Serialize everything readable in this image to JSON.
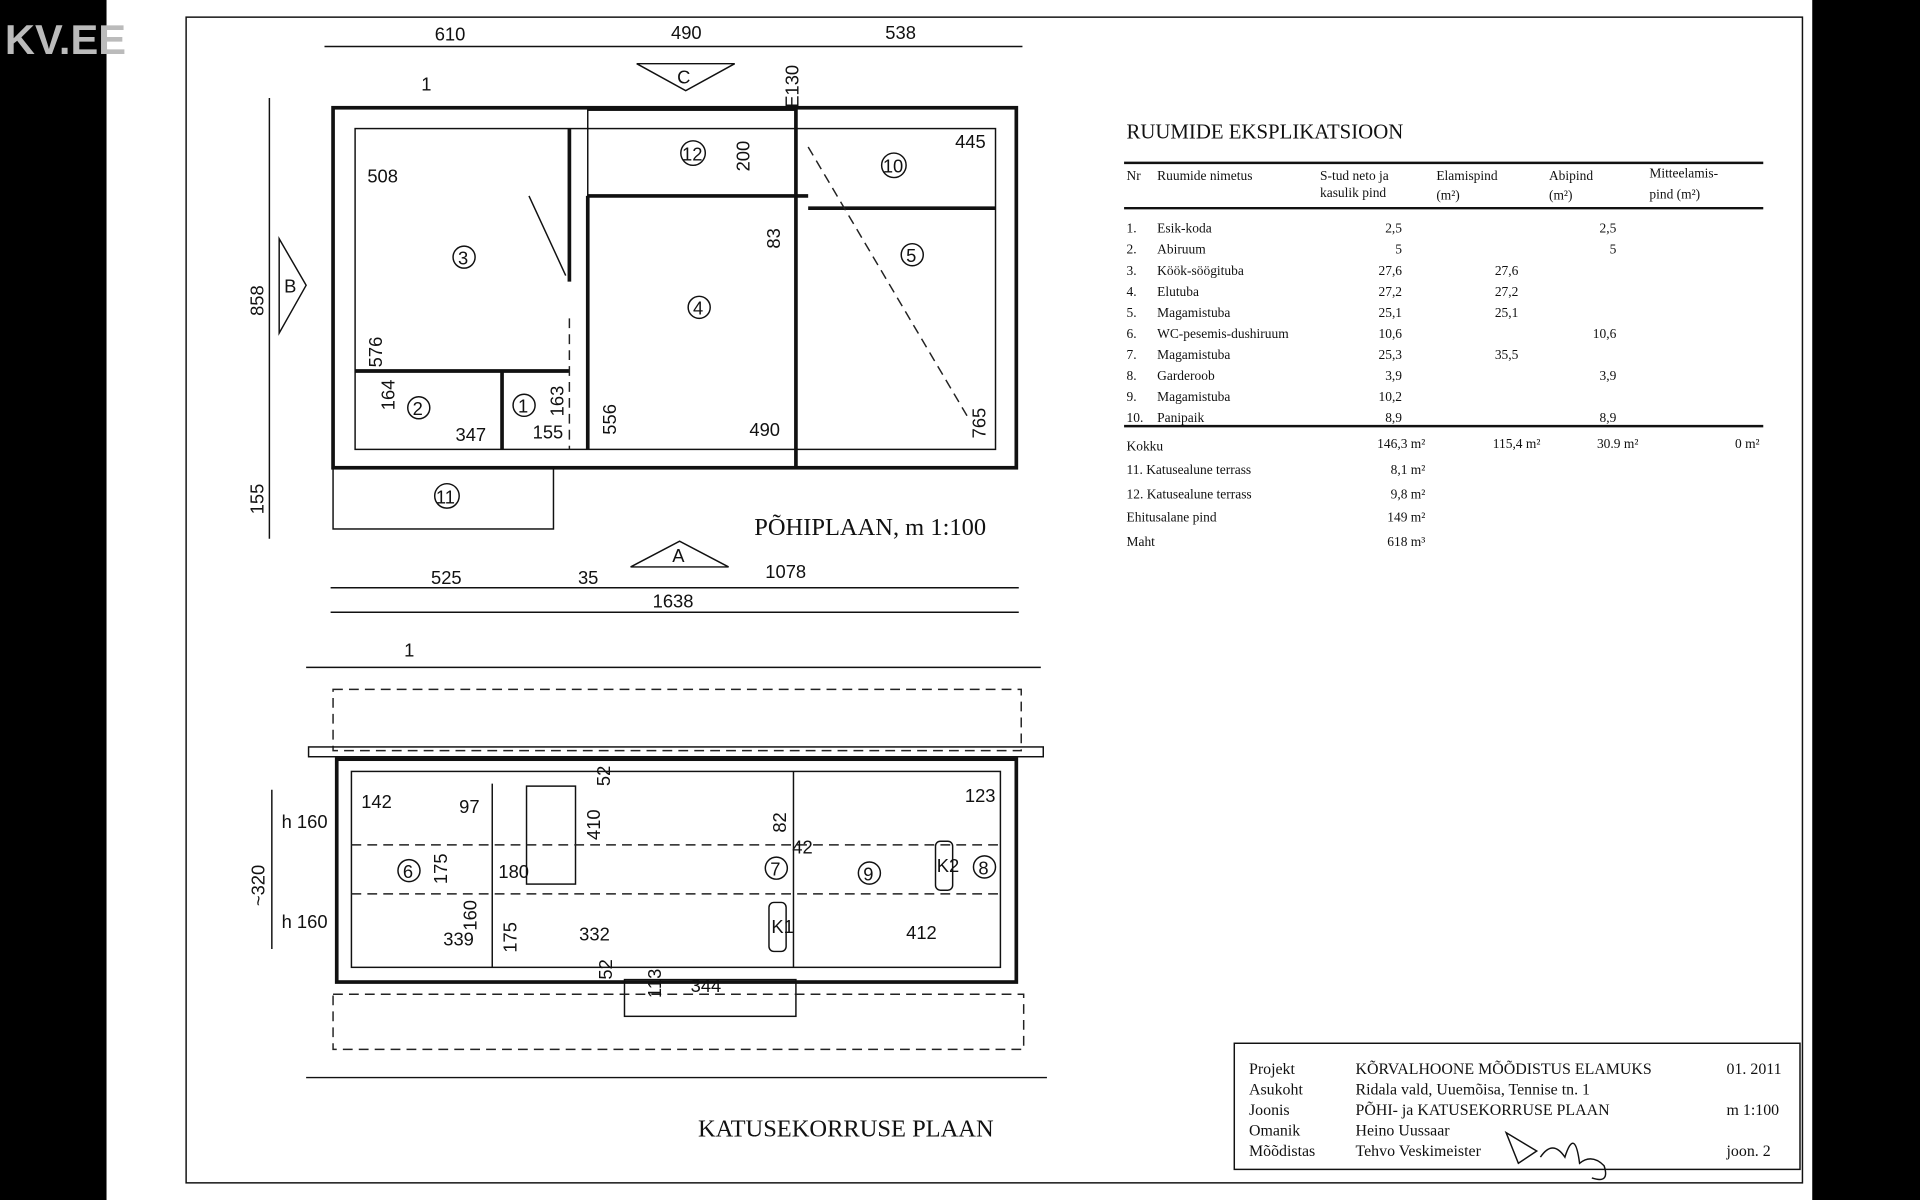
{
  "logo": "KV.EE",
  "plan_ground": {
    "title": "PÕHIPLAAN, m 1:100",
    "dims_top": [
      "610",
      "490",
      "538"
    ],
    "dims_left": [
      "858",
      "155"
    ],
    "dims_bottom": [
      "525",
      "35",
      "1078",
      "1638"
    ],
    "dims_inner": [
      "508",
      "576",
      "164",
      "347",
      "155",
      "163",
      "556",
      "490",
      "765",
      "445",
      "200",
      "83",
      "E130"
    ],
    "rooms": [
      "1",
      "2",
      "3",
      "4",
      "5",
      "10",
      "11",
      "12"
    ],
    "markers": [
      "A",
      "B",
      "C",
      "1"
    ]
  },
  "plan_attic": {
    "title": "KATUSEKORRUSE PLAAN",
    "dims": [
      "h 160",
      "~320",
      "h 160",
      "142",
      "97",
      "52",
      "410",
      "82",
      "42",
      "123",
      "175",
      "180",
      "160",
      "175",
      "339",
      "332",
      "113",
      "52",
      "344",
      "412"
    ],
    "rooms": [
      "6",
      "7",
      "8",
      "9"
    ],
    "chimneys": [
      "K1",
      "K2"
    ],
    "markers": [
      "1"
    ]
  },
  "explication": {
    "title": "RUUMIDE EKSPLIKATSIOON",
    "headers": [
      "Nr",
      "Ruumide nimetus",
      "S-tud neto ja",
      "kasulik pind",
      "Elamispind",
      "(m²)",
      "Abipind",
      "(m²)",
      "Mitteelamis-",
      "pind (m²)"
    ],
    "rows": [
      {
        "nr": "1.",
        "name": "Esik-koda",
        "net": "2,5",
        "living": "",
        "aux": "2,5",
        "non": ""
      },
      {
        "nr": "2.",
        "name": "Abiruum",
        "net": "5",
        "living": "",
        "aux": "5",
        "non": ""
      },
      {
        "nr": "3.",
        "name": "Köök-söögituba",
        "net": "27,6",
        "living": "27,6",
        "aux": "",
        "non": ""
      },
      {
        "nr": "4.",
        "name": "Elutuba",
        "net": "27,2",
        "living": "27,2",
        "aux": "",
        "non": ""
      },
      {
        "nr": "5.",
        "name": "Magamistuba",
        "net": "25,1",
        "living": "25,1",
        "aux": "",
        "non": ""
      },
      {
        "nr": "6.",
        "name": "WC-pesemis-dushiruum",
        "net": "10,6",
        "living": "",
        "aux": "10,6",
        "non": ""
      },
      {
        "nr": "7.",
        "name": "Magamistuba",
        "net": "25,3",
        "living": "35,5",
        "aux": "",
        "non": ""
      },
      {
        "nr": "8.",
        "name": "Garderoob",
        "net": "3,9",
        "living": "",
        "aux": "3,9",
        "non": ""
      },
      {
        "nr": "9.",
        "name": "Magamistuba",
        "net": "10,2",
        "living": "",
        "aux": "",
        "non": ""
      },
      {
        "nr": "10.",
        "name": "Panipaik",
        "net": "8,9",
        "living": "",
        "aux": "8,9",
        "non": ""
      }
    ],
    "total": {
      "label": "Kokku",
      "net": "146,3 m²",
      "living": "115,4 m²",
      "aux": "30.9 m²",
      "non": "0 m²"
    },
    "extra": [
      {
        "label": "11.  Katusealune terrass",
        "value": "8,1 m²"
      },
      {
        "label": "12.  Katusealune terrass",
        "value": "9,8 m²"
      },
      {
        "label": "Ehitusalane pind",
        "value": "149 m²"
      },
      {
        "label": "Maht",
        "value": "618 m³"
      }
    ]
  },
  "title_block": {
    "rows": [
      {
        "label": "Projekt",
        "value": "KÕRVALHOONE MÕÕDISTUS ELAMUKS",
        "right": "01. 2011"
      },
      {
        "label": "Asukoht",
        "value": "Ridala vald, Uuemõisa, Tennise tn. 1",
        "right": ""
      },
      {
        "label": "Joonis",
        "value": "PÕHI- ja KATUSEKORRUSE PLAAN",
        "right": "m 1:100"
      },
      {
        "label": "Omanik",
        "value": "Heino Uussaar",
        "right": ""
      },
      {
        "label": "Mõõdistas",
        "value": "Tehvo Veskimeister",
        "right": "joon. 2"
      }
    ]
  }
}
